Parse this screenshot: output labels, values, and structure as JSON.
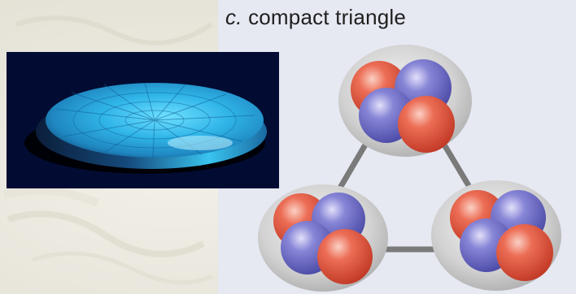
{
  "figure": {
    "panel_label": "c.",
    "panel_title": "compact triangle"
  },
  "colors": {
    "background": "#ebe9e1",
    "panel_background": "#e6e8f2",
    "disc_background": "#020c33",
    "disc_color": "#2ab4e8",
    "proton_color": "#e2553e",
    "neutron_color": "#6a6ac4",
    "cluster_shell": "#c9c9c9",
    "bond_color": "#7a7a7a"
  },
  "disc_image": {
    "shape": "oblate-spheroid",
    "depicts": "deformed nucleus"
  },
  "clusters": [
    {
      "id": "top",
      "particles": [
        "proton",
        "neutron",
        "neutron",
        "proton"
      ]
    },
    {
      "id": "bottom-left",
      "particles": [
        "proton",
        "neutron",
        "neutron",
        "proton"
      ]
    },
    {
      "id": "bottom-right",
      "particles": [
        "proton",
        "neutron",
        "neutron",
        "proton"
      ]
    }
  ],
  "bonds": [
    {
      "from": "top",
      "to": "bottom-left"
    },
    {
      "from": "top",
      "to": "bottom-right"
    },
    {
      "from": "bottom-left",
      "to": "bottom-right"
    }
  ]
}
